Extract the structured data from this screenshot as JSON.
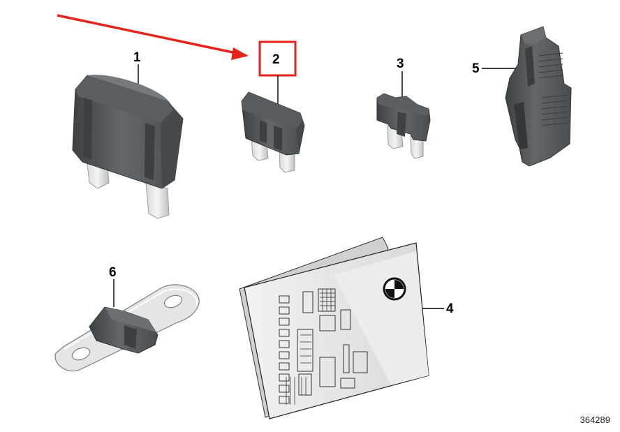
{
  "diagram": {
    "reference_number": "364289",
    "highlight_color": "#e5231b",
    "parts": [
      {
        "id": "part-1",
        "label": "1",
        "description": "maxi fuse"
      },
      {
        "id": "part-2",
        "label": "2",
        "description": "mini fuse",
        "highlighted": true
      },
      {
        "id": "part-3",
        "label": "3",
        "description": "fuse bridge"
      },
      {
        "id": "part-4",
        "label": "4",
        "description": "fuse assignment chart"
      },
      {
        "id": "part-5",
        "label": "5",
        "description": "fuse puller"
      },
      {
        "id": "part-6",
        "label": "6",
        "description": "strip fuse"
      }
    ]
  }
}
